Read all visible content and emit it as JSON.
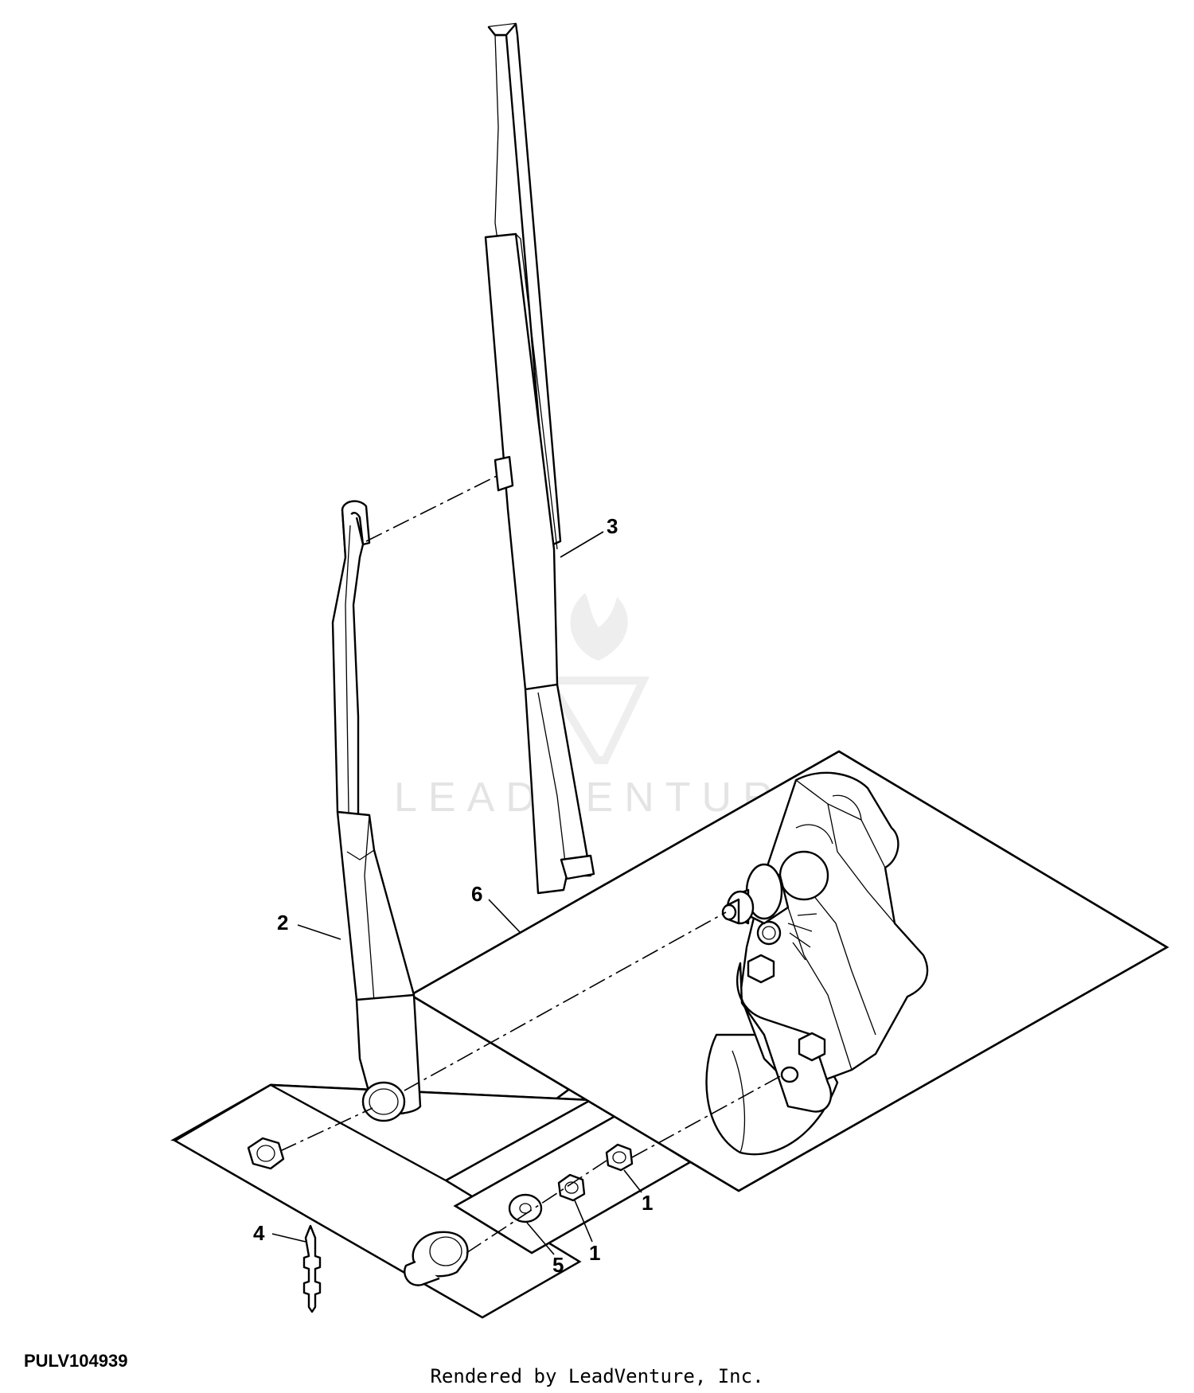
{
  "diagram": {
    "callouts": [
      "1",
      "1",
      "2",
      "3",
      "4",
      "5",
      "6"
    ],
    "figure_id": "PULV104939",
    "render_credit": "Rendered by LeadVenture, Inc.",
    "watermark": "LEADVENTURE"
  },
  "colors": {
    "line": "#000000",
    "background": "#ffffff",
    "watermark": "#e4e4e4"
  }
}
